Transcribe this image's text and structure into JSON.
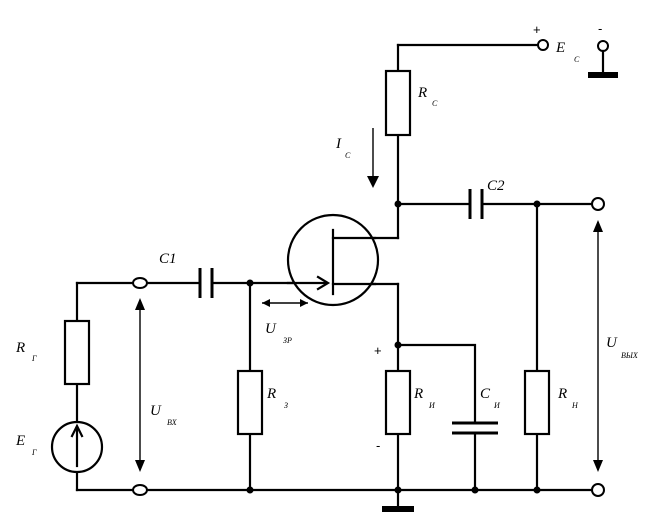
{
  "labels": {
    "ec_main": "E",
    "ec_sub": "C",
    "rc_main": "R",
    "rc_sub": "C",
    "ic_main": "I",
    "ic_sub": "C",
    "c2": "C2",
    "c1": "C1",
    "uzr_main": "U",
    "uzr_sub": "ЗР",
    "rg_main": "R",
    "rg_sub": "Г",
    "eg_main": "E",
    "eg_sub": "Г",
    "uvx_main": "U",
    "uvx_sub": "ВХ",
    "rz_main": "R",
    "rz_sub": "З",
    "ri_main": "R",
    "ri_sub": "И",
    "ci_main": "C",
    "ci_sub": "И",
    "rn_main": "R",
    "rn_sub": "Н",
    "uvyx_main": "U",
    "uvyx_sub": "ВЫХ"
  },
  "signs": {
    "ec_plus": "+",
    "ec_minus": "-",
    "ri_plus": "+",
    "ri_minus": "-"
  }
}
